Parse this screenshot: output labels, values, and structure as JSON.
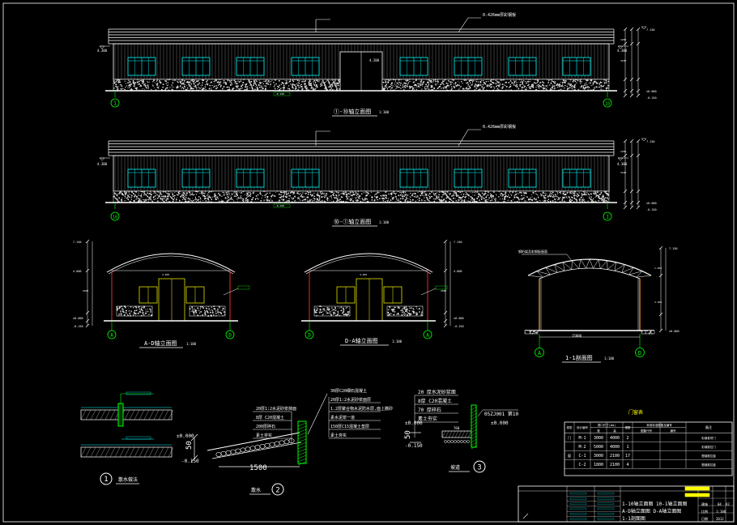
{
  "colors": {
    "background": "#000000",
    "line_white": "#ffffff",
    "line_grey": "#a8a8a8",
    "line_green": "#00ff00",
    "line_cyan": "#00ffff",
    "line_yellow": "#ffff00",
    "line_red": "#ff3030",
    "line_magenta": "#ff00ff",
    "line_orange": "#ffa040"
  },
  "elevation_top": {
    "title": "①-⑩轴立面图",
    "scale": "1:100",
    "roof_note": "0.426mm厚彩钢板",
    "axis_left": "1",
    "axis_right": "10",
    "door_mark": "4.200",
    "elev_left": "4.300",
    "elev_right": "4.300",
    "right_dims": [
      "7.150",
      "1200",
      "3100",
      "±0.000",
      "-0.150"
    ]
  },
  "elevation_mid": {
    "title": "⑩-①轴立面图",
    "scale": "1:100",
    "roof_note": "0.426mm厚彩钢板",
    "axis_left": "10",
    "axis_right": "1",
    "elev_left": "4.300",
    "elev_right": "4.300",
    "right_dims": [
      "7.150",
      "1200",
      "3100",
      "±0.000",
      "-0.150"
    ]
  },
  "side_elev_1": {
    "title": "A-D轴立面图",
    "scale": "1:100",
    "axis_left": "A",
    "axis_right": "D",
    "left_marks": [
      "7.150",
      "4.800",
      "2500",
      "±0.000",
      "-0.150"
    ],
    "door_mark": "4.200"
  },
  "side_elev_2": {
    "title": "D-A轴立面图",
    "scale": "1:100",
    "axis_left": "D",
    "axis_right": "A",
    "right_marks": [
      "7.150",
      "4.800",
      "2500",
      "±0.000",
      "-0.150"
    ],
    "door_mark": "4.200"
  },
  "section_1_1": {
    "title": "1-1剖面图",
    "scale": "1:100",
    "axis_left": "A",
    "axis_right": "D",
    "span": "15000",
    "top_note": "钢桁架及彩钢板屋面",
    "right_marks": [
      "7.150",
      "1.500",
      "4.300",
      "±0.000"
    ]
  },
  "detail_1": {
    "title": "散水做法",
    "number": "1"
  },
  "detail_2": {
    "title": "散水",
    "number": "2",
    "notes": [
      "20厚1:2水泥砂浆面层",
      "1.2厚聚合物水泥防水层,面上撒砂",
      "素水泥浆一道",
      "150厚C15混凝土垫层",
      "素土夯实"
    ],
    "left_notes": [
      "20厚1:2水泥砂浆抹面",
      "8厚 C20混凝土",
      "200厚碎石",
      "素土夯实"
    ],
    "top_note": "30厚C20细石混凝土",
    "dim_width": "1500",
    "dim_height": "50",
    "level_0": "±0.000",
    "level_1": "-0.150"
  },
  "detail_3": {
    "title": "坡道",
    "number": "3",
    "notes": [
      "20 厚水泥砂浆面",
      "8厚 C20混凝土",
      "70 厚碎石",
      "素土夯实"
    ],
    "right_note": "05ZJ001 第10",
    "dim_height": "50",
    "level_0": "±0.000",
    "level_1": "-0.150",
    "dim_w": "760"
  },
  "door_table": {
    "title": "门窗表",
    "headers": [
      "类型",
      "设计编号",
      "洞口尺寸(mm)",
      "樘数",
      "采用标准图集及编号",
      "备注"
    ],
    "subheaders": [
      "宽",
      "高",
      "图集代号",
      "编号"
    ],
    "rows": [
      {
        "type": "门",
        "code": "M-1",
        "w": "3000",
        "h": "4000",
        "n": "2",
        "note": "彩钢卷帘门"
      },
      {
        "type": "",
        "code": "M-2",
        "w": "5000",
        "h": "4000",
        "n": "1",
        "note": "彩钢推拉门"
      },
      {
        "type": "窗",
        "code": "C-1",
        "w": "3000",
        "h": "2100",
        "n": "17",
        "note": "塑钢推拉窗"
      },
      {
        "type": "",
        "code": "C-2",
        "w": "1800",
        "h": "2100",
        "n": "4",
        "note": "塑钢推拉窗"
      }
    ]
  },
  "title_block": {
    "drawing_name_lines": [
      "1-10轴立面图  10-1轴立面图",
      "A-D轴立面图  D-A轴立面图",
      "1-1剖面图"
    ],
    "labels": [
      "建施",
      "比例",
      "日期"
    ],
    "values": [
      "04",
      "1:100",
      "2012"
    ],
    "size": "A2"
  }
}
